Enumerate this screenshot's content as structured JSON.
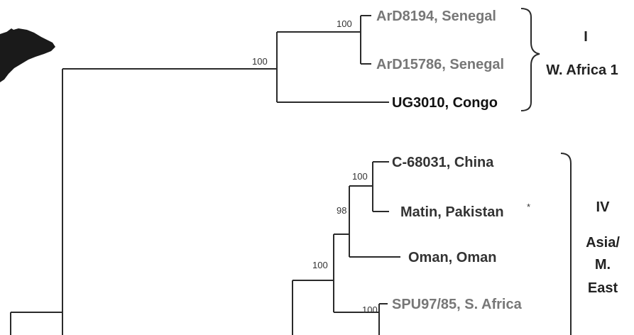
{
  "colors": {
    "line": "#2a2a2a",
    "strong": "#111111",
    "gray": "#777777",
    "silhouette": "#1a1a1a"
  },
  "taxa": {
    "t1": {
      "label": "ArD8194, Senegal",
      "color": "#777777"
    },
    "t2": {
      "label": "ArD15786, Senegal",
      "color": "#777777"
    },
    "t3": {
      "label": "UG3010, Congo",
      "color": "#111111"
    },
    "t4": {
      "label": "C-68031, China",
      "color": "#333333"
    },
    "t5": {
      "label": "Matin, Pakistan",
      "color": "#333333"
    },
    "t5_mark": "*",
    "t6": {
      "label": "Oman, Oman",
      "color": "#333333"
    },
    "t7": {
      "label": "SPU97/85, S. Africa",
      "color": "#777777"
    }
  },
  "bootstrap": {
    "n1": "100",
    "n2": "100",
    "n3": "100",
    "n4": "98",
    "n5": "100",
    "n6": "100"
  },
  "clades": {
    "clade1": {
      "numeral": "I",
      "name": "W. Africa 1"
    },
    "clade4": {
      "numeral": "IV",
      "name_line1": "Asia/",
      "name_line2": "M.",
      "name_line3": "East"
    }
  },
  "icons": {
    "silhouette": "africa-map-icon"
  }
}
